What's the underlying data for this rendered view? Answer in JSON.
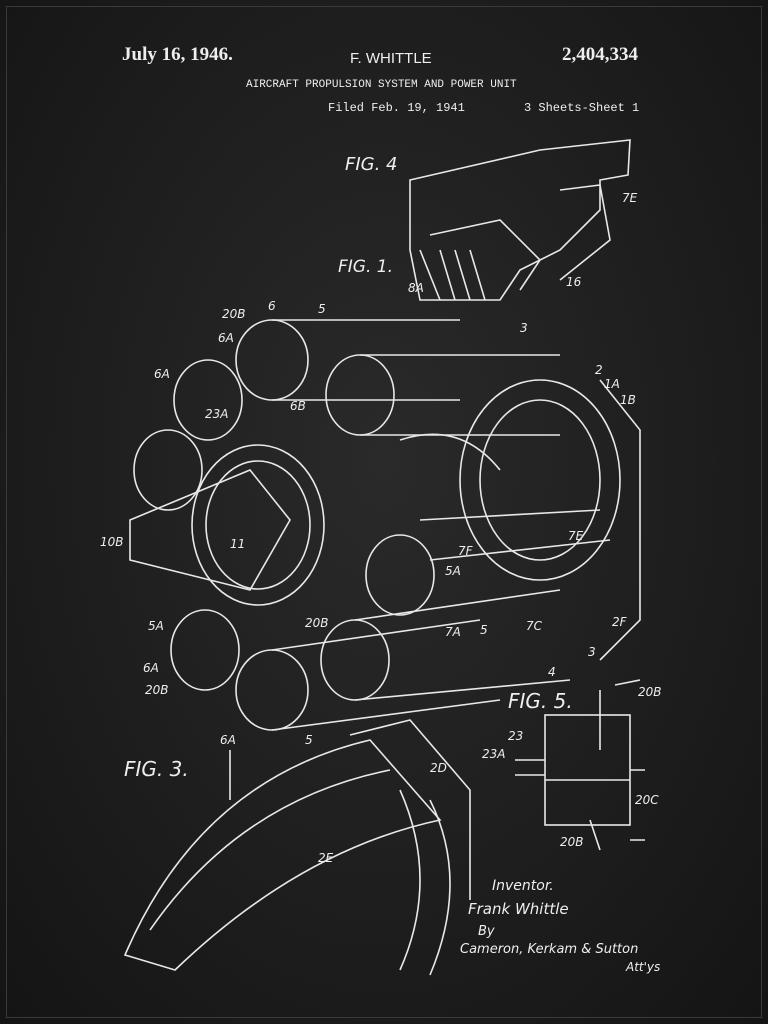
{
  "header": {
    "date": "July 16, 1946.",
    "inventor_name": "F. WHITTLE",
    "patent_number": "2,404,334",
    "title": "AIRCRAFT PROPULSION SYSTEM AND POWER UNIT",
    "filed": "Filed Feb. 19, 1941",
    "sheets": "3 Sheets-Sheet 1"
  },
  "figures": {
    "fig1": "FIG. 1.",
    "fig3": "FIG. 3.",
    "fig4": "FIG. 4",
    "fig5": "FIG. 5."
  },
  "part_labels": [
    "20B",
    "6",
    "5",
    "6A",
    "6A",
    "23A",
    "10B",
    "11",
    "5A",
    "6A",
    "20B",
    "6A",
    "5",
    "2F",
    "3",
    "4",
    "3",
    "2",
    "1A",
    "1B",
    "7E",
    "7F",
    "5A",
    "5",
    "7A",
    "7C",
    "2D",
    "2E",
    "23",
    "23A",
    "20B",
    "20C",
    "20B",
    "8A",
    "16",
    "7E",
    "6B",
    "20B"
  ],
  "signature": {
    "inventor_label": "Inventor.",
    "inventor": "Frank Whittle",
    "by": "By",
    "attorneys": "Cameron, Kerkam & Sutton",
    "attys": "Att'ys"
  },
  "colors": {
    "background": "#1b1b1b",
    "ink": "#eeeeee"
  }
}
